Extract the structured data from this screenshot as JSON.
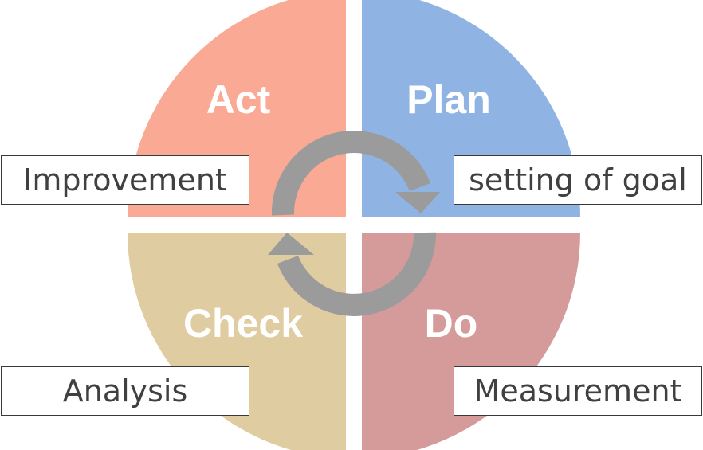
{
  "quadrants": {
    "act": {
      "label": "Act",
      "color": "#f9a994"
    },
    "plan": {
      "label": "Plan",
      "color": "#8fb4e3"
    },
    "check": {
      "label": "Check",
      "color": "#dfcca0"
    },
    "do": {
      "label": "Do",
      "color": "#d49b9a"
    }
  },
  "boxes": {
    "improvement": "Improvement",
    "goal": "setting of goal",
    "analysis": "Analysis",
    "measurement": "Measurement"
  },
  "colors": {
    "arrow": "#9b9b9b",
    "box_border": "#3a3a3a",
    "box_text": "#404040"
  }
}
